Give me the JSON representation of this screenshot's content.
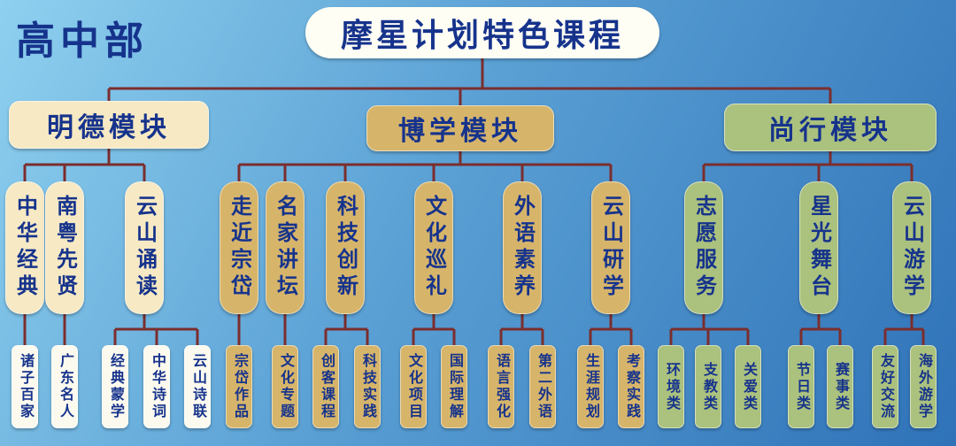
{
  "header": {
    "corner_label": "高中部",
    "title": "摩星计划特色课程"
  },
  "colors": {
    "bg1": "#8ed0ef",
    "bg2": "#5aa0d4",
    "bg3": "#2f72b8",
    "line": "#7b2e2e",
    "text": "#16338c",
    "title_bg": "#fffef5",
    "cream": "#f6e9c4",
    "white": "#fcfaef",
    "tan": "#d6b56b",
    "green": "#abc17e"
  },
  "modules": [
    {
      "label": "明德模块",
      "children": [
        {
          "label": "中华经典",
          "children": [
            {
              "label": "诸子百家"
            }
          ]
        },
        {
          "label": "南粤先贤",
          "children": [
            {
              "label": "广东名人"
            }
          ]
        },
        {
          "label": "云山诵读",
          "children": [
            {
              "label": "经典蒙学"
            },
            {
              "label": "中华诗词"
            },
            {
              "label": "云山诗联"
            }
          ]
        }
      ]
    },
    {
      "label": "博学模块",
      "children": [
        {
          "label": "走近宗岱",
          "children": [
            {
              "label": "宗岱作品"
            }
          ]
        },
        {
          "label": "名家讲坛",
          "children": [
            {
              "label": "文化专题"
            }
          ]
        },
        {
          "label": "科技创新",
          "children": [
            {
              "label": "创客课程"
            },
            {
              "label": "科技实践"
            }
          ]
        },
        {
          "label": "文化巡礼",
          "children": [
            {
              "label": "文化项目"
            },
            {
              "label": "国际理解"
            }
          ]
        },
        {
          "label": "外语素养",
          "children": [
            {
              "label": "语言强化"
            },
            {
              "label": "第二外语"
            }
          ]
        },
        {
          "label": "云山研学",
          "children": [
            {
              "label": "生涯规划"
            },
            {
              "label": "考察实践"
            }
          ]
        }
      ]
    },
    {
      "label": "尚行模块",
      "children": [
        {
          "label": "志愿服务",
          "children": [
            {
              "label": "环境类"
            },
            {
              "label": "支教类"
            },
            {
              "label": "关爱类"
            }
          ]
        },
        {
          "label": "星光舞台",
          "children": [
            {
              "label": "节日类"
            },
            {
              "label": "赛事类"
            }
          ]
        },
        {
          "label": "云山游学",
          "children": [
            {
              "label": "友好交流"
            },
            {
              "label": "海外游学"
            }
          ]
        }
      ]
    }
  ]
}
